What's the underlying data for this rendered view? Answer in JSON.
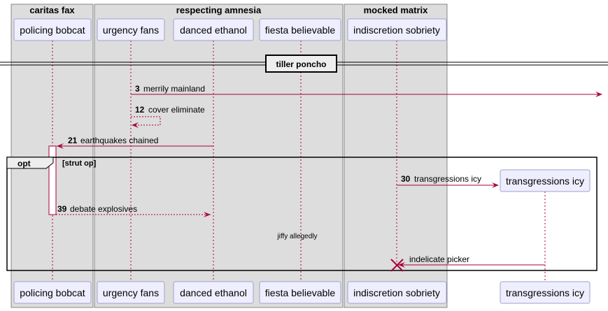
{
  "boxes": {
    "caritas": "caritas fax",
    "respecting": "respecting amnesia",
    "mocked": "mocked matrix"
  },
  "participants": {
    "policing_bobcat": "policing bobcat",
    "urgency_fans": "urgency fans",
    "danced_ethanol": "danced ethanol",
    "fiesta_believable": "fiesta believable",
    "indiscretion_sobriety": "indiscretion sobriety",
    "transgressions_icy": "transgressions icy"
  },
  "divider": "tiller poncho",
  "messages": {
    "m3_num": "3",
    "m3_text": "merrily mainland",
    "m12_num": "12",
    "m12_text": "cover eliminate",
    "m21_num": "21",
    "m21_text": "earthquakes chained",
    "m30_num": "30",
    "m30_text": "transgressions icy",
    "m39_num": "39",
    "m39_text": "debate explosives",
    "mlast_text": "indelicate picker"
  },
  "opt": {
    "keyword": "opt",
    "guard": "[strut op]"
  },
  "delay_note": "jiffy allegedly",
  "colors": {
    "box_fill": "#DDDDDD",
    "participant_fill": "#EEEEFF",
    "participant_border": "#A0A0C8",
    "destroy_mark": "#A80036"
  }
}
